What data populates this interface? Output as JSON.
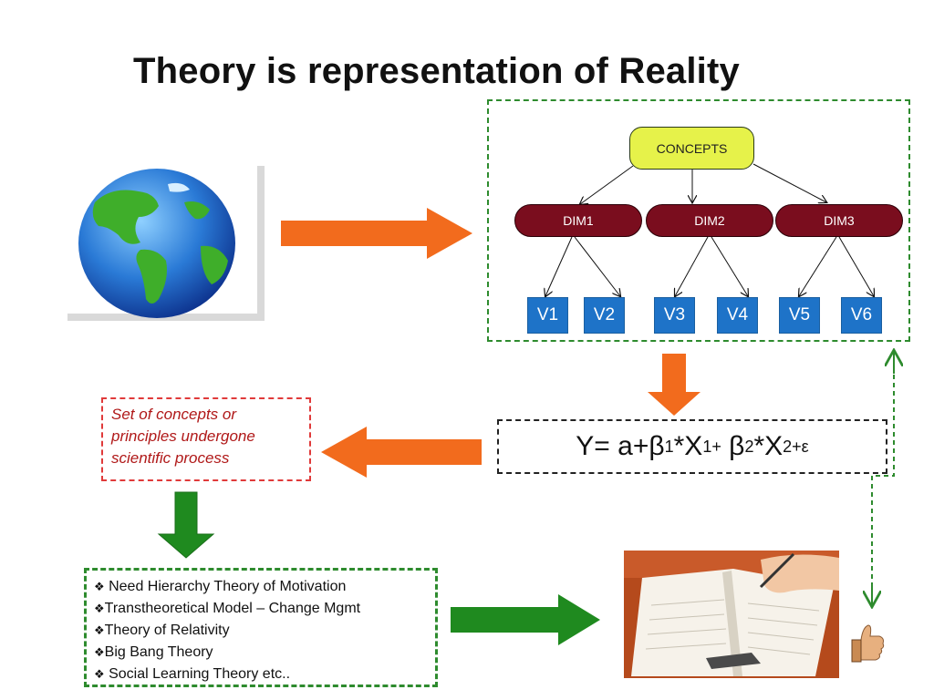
{
  "title": "Theory is representation of Reality",
  "hierarchy": {
    "root": "CONCEPTS",
    "dimensions": [
      "DIM1",
      "DIM2",
      "DIM3"
    ],
    "variables": [
      "V1",
      "V2",
      "V3",
      "V4",
      "V5",
      "V6"
    ]
  },
  "equation": {
    "prefix": "Y= a+β",
    "sub1": "1",
    "mid1": "*X",
    "sub2": "1",
    "sup1": "+",
    "mid2": " β",
    "sub3": "2",
    "mid3": "*X",
    "sub4": "2",
    "sup2": "+ε"
  },
  "definition": {
    "lines": [
      "Set of concepts or",
      "principles undergone",
      "scientific process"
    ]
  },
  "theories": [
    " Need Hierarchy Theory of Motivation",
    "Transtheoretical Model – Change Mgmt",
    "Theory of Relativity",
    "Big Bang Theory",
    " Social Learning Theory etc.."
  ],
  "colors": {
    "orange_arrow": "#f26b1d",
    "green_arrow": "#1f8a1f",
    "dim_fill": "#7a0d1e",
    "concept_fill": "#e6f24a",
    "var_fill": "#1e73c8",
    "dashed_green": "#2e8b2e",
    "dashed_red": "#e03a3a"
  },
  "icons": [
    "earth-globe-icon",
    "writing-hand-icon",
    "thumbs-up-icon",
    "diamond-bullet-icon"
  ]
}
